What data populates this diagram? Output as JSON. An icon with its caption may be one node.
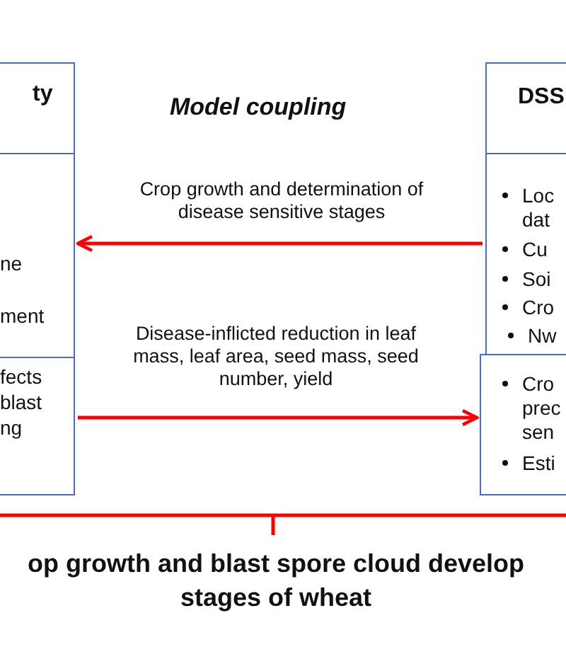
{
  "diagram": {
    "title": "Model coupling",
    "nodes": [
      {
        "text": [
          "ty"
        ]
      },
      {
        "text": [
          "ne",
          "ment"
        ]
      },
      {
        "text": [
          "fects",
          "blast",
          "ng"
        ]
      },
      {
        "text": [
          "DSS"
        ]
      },
      {
        "text": [
          "Loc",
          "dat",
          "Cu",
          "Soi",
          "Cro",
          "Nw"
        ]
      },
      {
        "text": [
          "Cro",
          "prec",
          "sen",
          "Esti"
        ]
      }
    ],
    "edges": [
      {
        "from": 4,
        "to": 1,
        "arrow": "to",
        "label": "Crop growth and determination of disease sensitive stages",
        "color": "#ff0000"
      },
      {
        "from": 2,
        "to": 5,
        "arrow": "to",
        "label": "Disease-inflicted reduction in leaf mass, leaf area, seed mass, seed number, yield",
        "color": "#ff0000"
      }
    ],
    "labels": [
      "op growth and blast spore cloud develop",
      "stages of wheat"
    ]
  }
}
